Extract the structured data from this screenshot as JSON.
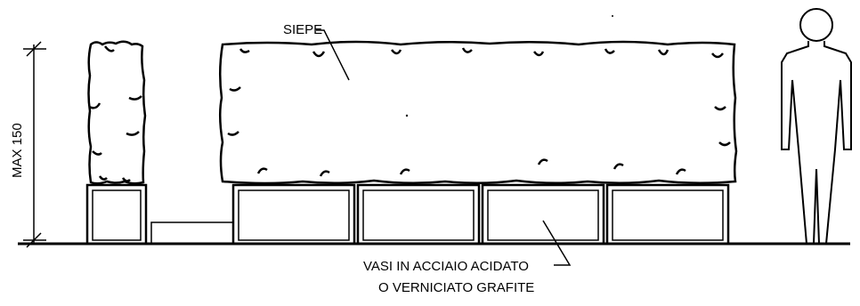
{
  "labels": {
    "hedge": "SIEPE",
    "planters_line1": "VASI IN ACCIAIO ACIDATO",
    "planters_line2": "O VERNICIATO GRAFITE",
    "dimension": "MAX 150"
  },
  "colors": {
    "ink": "#000000",
    "paper": "#ffffff"
  }
}
